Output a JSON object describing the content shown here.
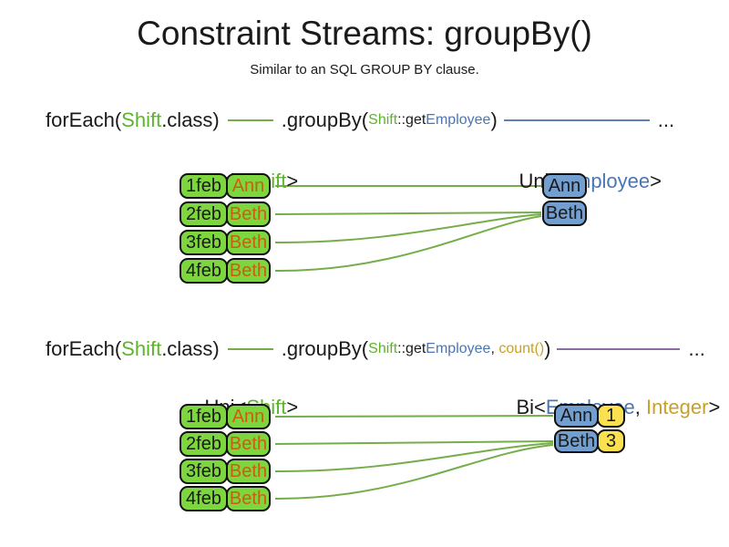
{
  "title": "Constraint Streams: groupBy()",
  "subtitle": "Similar to an SQL GROUP BY clause.",
  "colors": {
    "black_text": "#1a1a1a",
    "green_text": "#5cb42c",
    "green_fill": "#7dd63d",
    "green_line": "#76ad4b",
    "blue_text": "#4a77b4",
    "blue_fill": "#729fcf",
    "blue_line": "#5e82b8",
    "purple_line": "#8b6ba6",
    "gold_text": "#c9a127",
    "yellow_fill": "#fbe14f",
    "orange_text": "#c95f0e"
  },
  "section1": {
    "code": {
      "foreach_open": "forEach(",
      "foreach_type": "Shift",
      "foreach_close": ".class)",
      "groupby_open": ".groupBy(",
      "arg_type": "Shift",
      "arg_accessor": "::get",
      "arg_result": "Employee",
      "groupby_close": ")",
      "ellipsis": "..."
    },
    "source_label": {
      "pre": "Uni<",
      "type": "Shift",
      "post": ">"
    },
    "result_label": {
      "pre": "Uni<",
      "type": "Employee",
      "post": ">"
    },
    "source_rows": [
      {
        "date": "1feb",
        "employee": "Ann"
      },
      {
        "date": "2feb",
        "employee": "Beth"
      },
      {
        "date": "3feb",
        "employee": "Beth"
      },
      {
        "date": "4feb",
        "employee": "Beth"
      }
    ],
    "result_rows": [
      {
        "employee": "Ann"
      },
      {
        "employee": "Beth"
      }
    ]
  },
  "section2": {
    "code": {
      "foreach_open": "forEach(",
      "foreach_type": "Shift",
      "foreach_close": ".class)",
      "groupby_open": ".groupBy(",
      "arg_type": "Shift",
      "arg_accessor": "::get",
      "arg_result": "Employee",
      "arg_separator": ", ",
      "arg_collector": "count()",
      "groupby_close": ")",
      "ellipsis": "..."
    },
    "source_label": {
      "pre": "Uni<",
      "type": "Shift",
      "post": ">"
    },
    "result_label": {
      "pre": "Bi<",
      "type1": "Employee",
      "sep": ", ",
      "type2": "Integer",
      "post": ">"
    },
    "source_rows": [
      {
        "date": "1feb",
        "employee": "Ann"
      },
      {
        "date": "2feb",
        "employee": "Beth"
      },
      {
        "date": "3feb",
        "employee": "Beth"
      },
      {
        "date": "4feb",
        "employee": "Beth"
      }
    ],
    "result_rows": [
      {
        "employee": "Ann",
        "count": "1"
      },
      {
        "employee": "Beth",
        "count": "3"
      }
    ]
  }
}
